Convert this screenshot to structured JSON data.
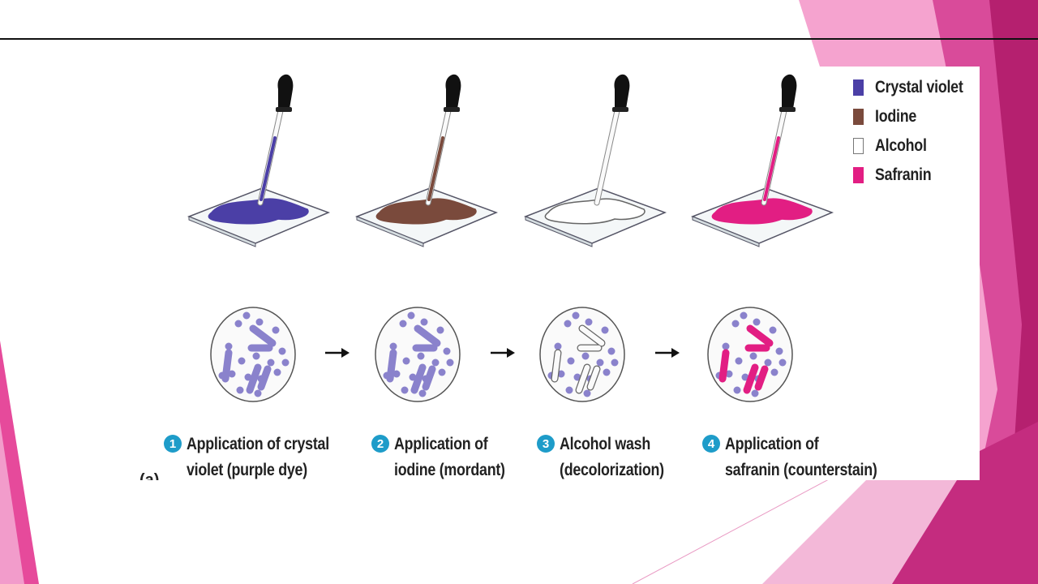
{
  "legend": [
    {
      "label": "Crystal violet",
      "color": "#4b3fa6"
    },
    {
      "label": "Iodine",
      "color": "#7a4a3c"
    },
    {
      "label": "Alcohol",
      "color": "#ffffff"
    },
    {
      "label": "Safranin",
      "color": "#e21e83"
    }
  ],
  "steps": [
    {
      "number": "1",
      "line1": "Application of crystal",
      "line2": "violet (purple dye)",
      "slide_color": "#4b3fa6",
      "cell_color": "#8a82cc"
    },
    {
      "number": "2",
      "line1": "Application of",
      "line2": "iodine (mordant)",
      "slide_color": "#7a4a3c",
      "cell_color": "#8a82cc"
    },
    {
      "number": "3",
      "line1": "Alcohol wash",
      "line2": "(decolorization)",
      "slide_color": "#ffffff",
      "cell_color": "#8a82cc"
    },
    {
      "number": "4",
      "line1": "Application of",
      "line2": "safranin (counterstain)",
      "slide_color": "#e21e83",
      "cell_color": "#8a82cc"
    }
  ],
  "panel_label": "(a)",
  "colors": {
    "accent_pink": "#e21e83",
    "step_badge": "#1e9cc9"
  }
}
